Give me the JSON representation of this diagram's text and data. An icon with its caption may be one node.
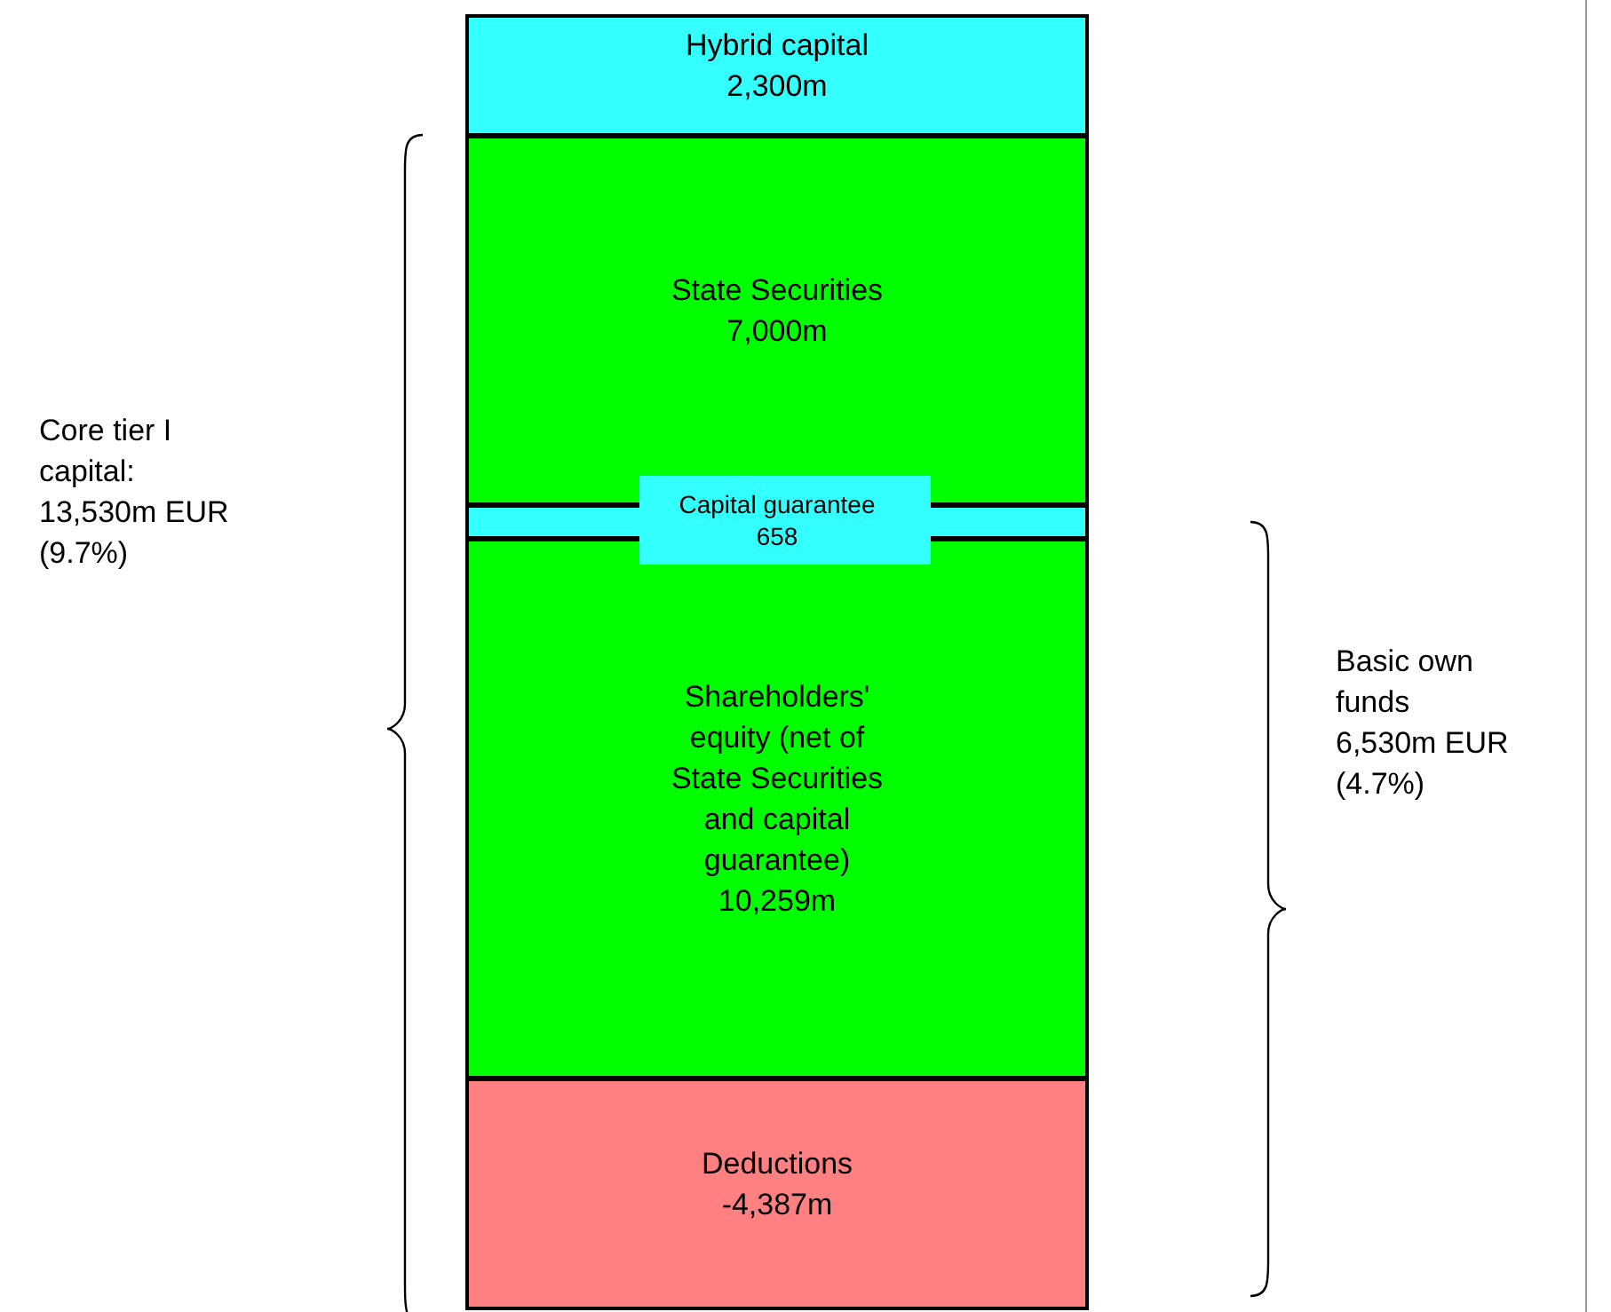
{
  "diagram": {
    "nodes": [
      {
        "text": [
          "Hybrid capital",
          "2,300m"
        ]
      },
      {
        "text": [
          "State Securities",
          "7,000m"
        ]
      },
      {
        "text": [
          "Capital guarantee",
          "658"
        ]
      },
      {
        "text": [
          "Shareholders' equity (net of State Securities and capital guarantee)",
          "10,259m"
        ]
      },
      {
        "text": [
          "Deductions",
          "-4,387m"
        ]
      }
    ],
    "labels": [
      "Core tier I capital: 13,530m EUR (9.7%)",
      "Basic own funds 6,530m EUR (4.7%)"
    ]
  }
}
